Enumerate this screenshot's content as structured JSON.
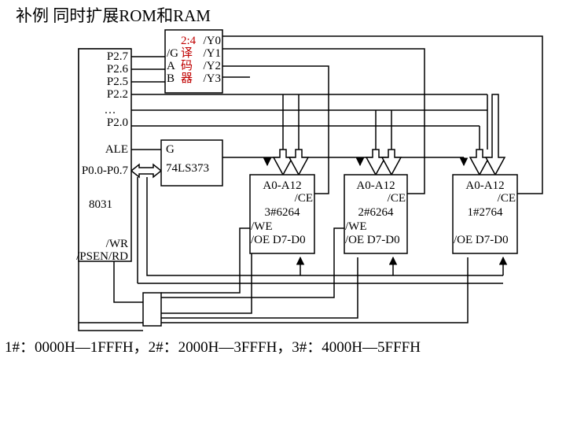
{
  "title": "补例 同时扩展ROM和RAM",
  "cpu": {
    "pins_top": [
      "P2.7",
      "P2.6",
      "P2.5",
      "P2.2",
      "…",
      "P2.0"
    ],
    "ale": "ALE",
    "p0": "P0.0-P0.7",
    "name": "8031",
    "wr": "/WR",
    "psen_rd": "/PSEN/RD"
  },
  "decoder": {
    "title": "2:4",
    "g": "/G",
    "a": "A",
    "b": "B",
    "c1": "译",
    "c2": "码",
    "c3": "器",
    "y0": "/Y0",
    "y1": "/Y1",
    "y2": "/Y2",
    "y3": "/Y3"
  },
  "latch": {
    "g": "G",
    "name": "74LS373"
  },
  "chips": [
    {
      "addr": "A0-A12",
      "ce": "/CE",
      "name": "3#6264",
      "we": "/WE",
      "oe_data": "/OE D7-D0"
    },
    {
      "addr": "A0-A12",
      "ce": "/CE",
      "name": "2#6264",
      "we": "/WE",
      "oe_data": "/OE D7-D0"
    },
    {
      "addr": "A0-A12",
      "ce": "/CE",
      "name": "1#2764",
      "oe_data": "/OE D7-D0"
    }
  ],
  "footer": "1#：0000H—1FFFH，2#：2000H—3FFFH，3#：4000H—5FFFH"
}
